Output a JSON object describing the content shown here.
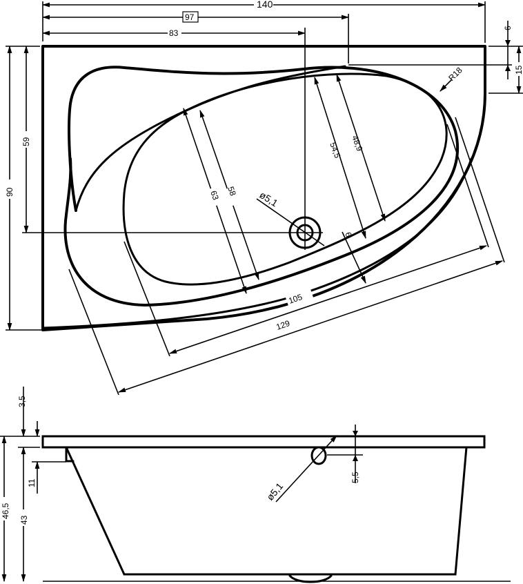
{
  "drawing": {
    "type": "corner-bathtub-technical-drawing",
    "units": "cm",
    "stroke_color": "#000000",
    "background_color": "#ffffff"
  },
  "plan_view": {
    "overall_width": "140",
    "reference_width_boxed": "97",
    "drain_offset_x": "83",
    "overall_depth": "90",
    "drain_offset_y": "59",
    "top_right_offset_small": "6",
    "top_right_offset": "15",
    "corner_radius": "R18",
    "drain_diameter": "ø5,1",
    "basin_depth_outer": "63",
    "basin_depth_inner": "58",
    "basin_depth_right_outer": "54,5",
    "basin_depth_right_inner": "48,9",
    "rim_width": "6",
    "basin_length_inner": "105",
    "basin_length_outer": "129"
  },
  "side_view": {
    "rim_thickness": "3,5",
    "step_height": "11",
    "total_height": "46,5",
    "body_height": "43",
    "overflow_diameter": "ø5,1",
    "overflow_offset": "5,5"
  }
}
